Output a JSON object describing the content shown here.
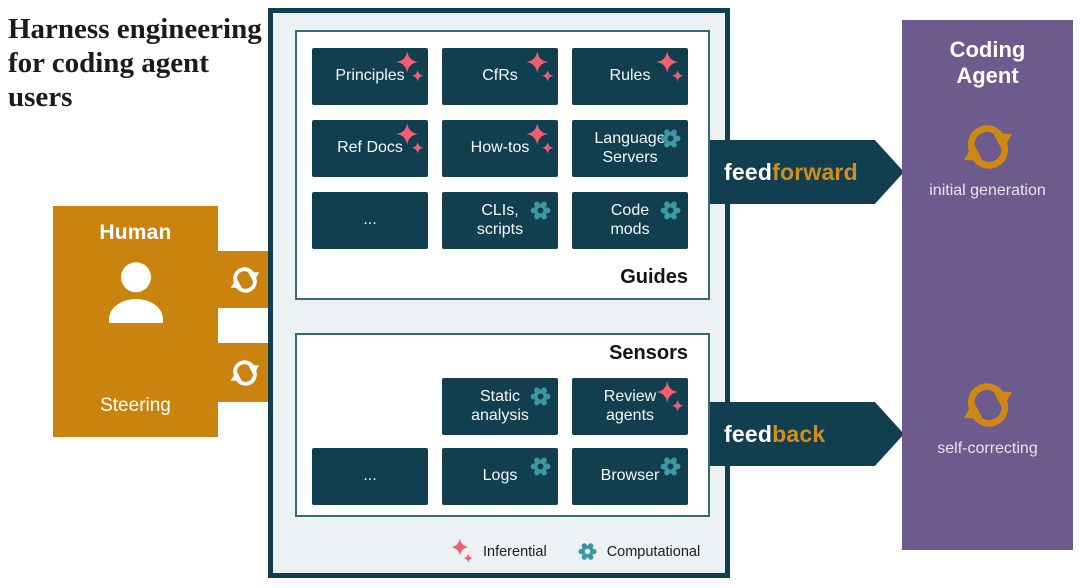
{
  "title": "Harness engineering for coding agent users",
  "human": {
    "label": "Human",
    "sublabel": "Steering",
    "icon": "person-icon",
    "arrow_icon": "sync-arrows-icon"
  },
  "harness": {
    "guides": {
      "label": "Guides",
      "chips": [
        {
          "label": "Principles",
          "icon": "inferential"
        },
        {
          "label": "CfRs",
          "icon": "inferential"
        },
        {
          "label": "Rules",
          "icon": "inferential"
        },
        {
          "label": "Ref Docs",
          "icon": "inferential"
        },
        {
          "label": "How-tos",
          "icon": "inferential"
        },
        {
          "label": "Language Servers",
          "icon": "computational"
        },
        {
          "label": "...",
          "icon": "none"
        },
        {
          "label": "CLIs, scripts",
          "icon": "computational"
        },
        {
          "label": "Code mods",
          "icon": "computational"
        }
      ]
    },
    "sensors": {
      "label": "Sensors",
      "chips": [
        {
          "label": "Static analysis",
          "icon": "computational"
        },
        {
          "label": "Review agents",
          "icon": "inferential"
        },
        {
          "label": "...",
          "icon": "none"
        },
        {
          "label": "Logs",
          "icon": "computational"
        },
        {
          "label": "Browser",
          "icon": "computational"
        }
      ]
    },
    "legend": [
      {
        "icon": "inferential",
        "label": "Inferential"
      },
      {
        "icon": "computational",
        "label": "Computational"
      }
    ]
  },
  "arrows": {
    "feedforward": {
      "prefix": "feed",
      "suffix": "forward"
    },
    "feedback": {
      "prefix": "feed",
      "suffix": "back"
    }
  },
  "coding_agent": {
    "title": "Coding Agent",
    "states": [
      {
        "icon": "sync-arrows",
        "label": "initial generation"
      },
      {
        "icon": "sync-arrows",
        "label": "self-correcting"
      }
    ]
  },
  "colors": {
    "dark_teal": "#123F4F",
    "orange": "#C9830E",
    "orange_text": "#D28E1B",
    "pink": "#F15E6F",
    "teal": "#3D96A3",
    "purple": "#6C5B8C",
    "panel_bg": "#ECF1F3"
  }
}
